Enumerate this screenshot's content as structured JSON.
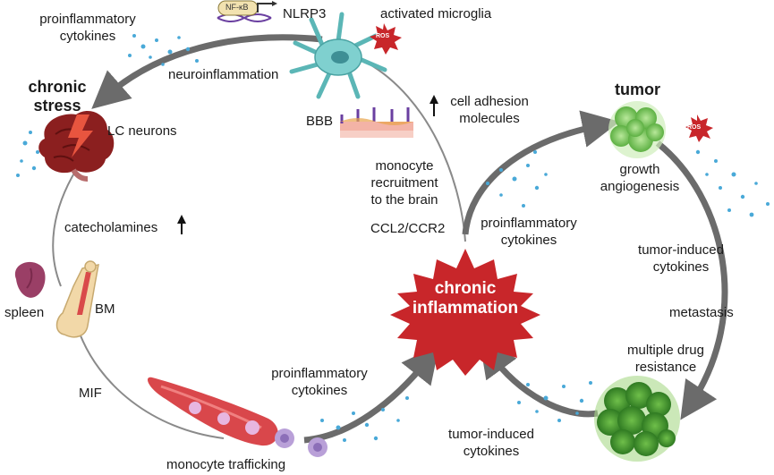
{
  "labels": {
    "proinflammatory_top_1": "proinflammatory",
    "proinflammatory_top_2": "cytokines",
    "nfkb": "NF-κB",
    "nlrp3": "NLRP3",
    "activated_microglia": "activated microglia",
    "ros": "ROS",
    "neuroinflammation": "neuroinflammation",
    "chronic_stress_1": "chronic",
    "chronic_stress_2": "stress",
    "bbb": "BBB",
    "cell_adhesion_1": "cell adhesion",
    "cell_adhesion_2": "molecules",
    "lc_neurons": "LC neurons",
    "tumor": "tumor",
    "growth_1": "growth",
    "growth_2": "angiogenesis",
    "monocyte_recruitment_1": "monocyte",
    "monocyte_recruitment_2": "recruitment",
    "monocyte_recruitment_3": "to the brain",
    "catecholamines": "catecholamines",
    "ccl2": "CCL2/CCR2",
    "proinflammatory_mid_1": "proinflammatory",
    "proinflammatory_mid_2": "cytokines",
    "tumor_induced_right_1": "tumor-induced",
    "tumor_induced_right_2": "cytokines",
    "spleen": "spleen",
    "bm": "BM",
    "chronic_inflammation_1": "chronic",
    "chronic_inflammation_2": "inflammation",
    "metastasis": "metastasis",
    "mdr_1": "multiple drug",
    "mdr_2": "resistance",
    "mif": "MIF",
    "proinflammatory_bottom_1": "proinflammatory",
    "proinflammatory_bottom_2": "cytokines",
    "tumor_induced_bottom_1": "tumor-induced",
    "tumor_induced_bottom_2": "cytokines",
    "monocyte_trafficking": "monocyte trafficking"
  },
  "colors": {
    "arrow": "#6b6b6b",
    "thin_line": "#8a8a8a",
    "inflammation_red": "#c8262a",
    "brain": "#8b1f1f",
    "tumor_light": "#8fd16b",
    "tumor_dark": "#3f8f2a",
    "microglia": "#6fc8c8",
    "cytokine_dots": "#49a9d8",
    "monocyte": "#b9a0d8"
  },
  "icons": [
    "brain-icon",
    "lightning-icon",
    "microglia-icon",
    "ros-icon",
    "bbb-icon",
    "tumor-small-icon",
    "tumor-large-icon",
    "spleen-icon",
    "bone-marrow-icon",
    "blood-vessel-icon",
    "monocyte-icon",
    "nfkb-promoter-icon",
    "up-arrow-icon"
  ]
}
